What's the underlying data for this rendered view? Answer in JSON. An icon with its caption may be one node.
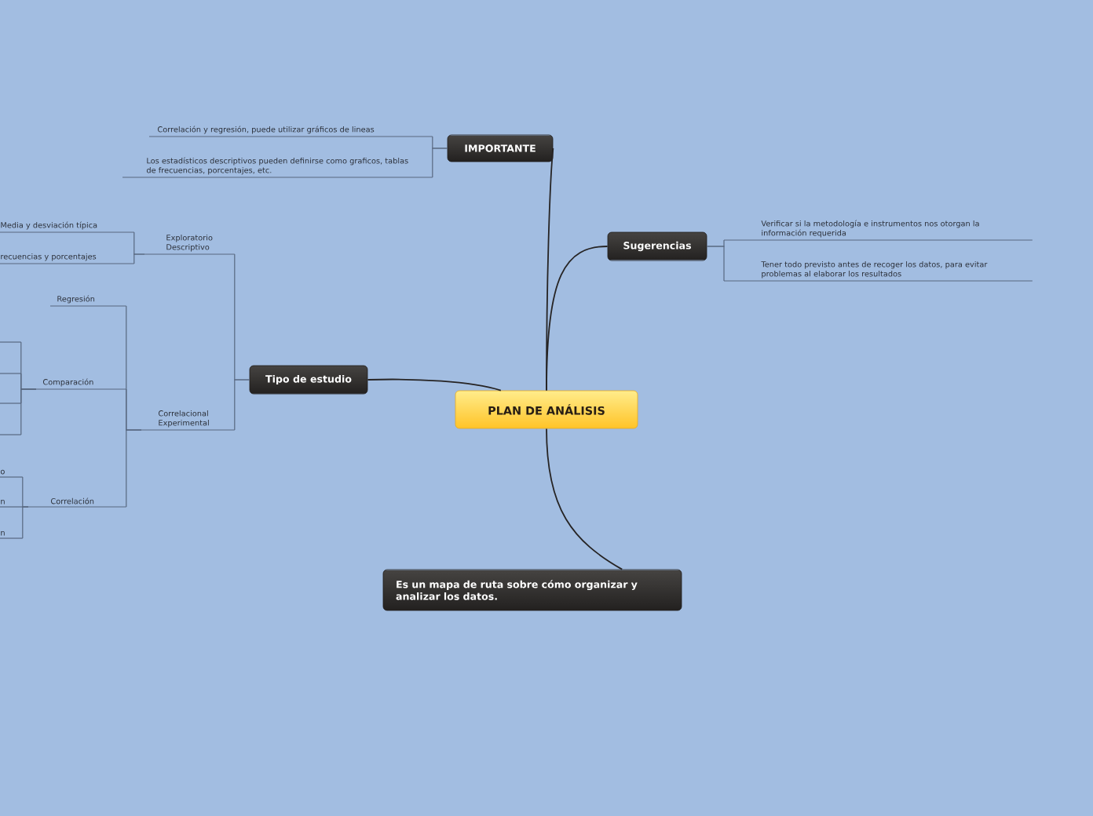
{
  "diagram": {
    "nodes": [
      {
        "text": [
          "PLAN DE ANÁLISIS"
        ]
      },
      {
        "text": [
          "IMPORTANTE"
        ]
      },
      {
        "text": [
          "Correlación y regresión, puede utilizar gráficos  de lineas"
        ]
      },
      {
        "text": [
          "Los estadísticos descriptivos pueden definirse como graficos, tablas de frecuencias, porcentajes, etc."
        ]
      },
      {
        "text": [
          "Sugerencias"
        ]
      },
      {
        "text": [
          "Verificar si la metodología e instrumentos nos otorgan la información requerida"
        ]
      },
      {
        "text": [
          "Tener todo previsto antes de recoger los datos, para evitar problemas al elaborar los resultados"
        ]
      },
      {
        "text": [
          "Tipo de estudio"
        ]
      },
      {
        "text": [
          "Exploratorio Descriptivo"
        ]
      },
      {
        "text": [
          "Media y desviación típica"
        ]
      },
      {
        "text": [
          "recuencias y porcentajes"
        ]
      },
      {
        "text": [
          "Correlacional Experimental"
        ]
      },
      {
        "text": [
          "Regresión"
        ]
      },
      {
        "text": [
          "Comparación"
        ]
      },
      {
        "text": [],
        "shape": "line"
      },
      {
        "text": [],
        "shape": "line"
      },
      {
        "text": [],
        "shape": "line"
      },
      {
        "text": [],
        "shape": "line"
      },
      {
        "text": [
          "Correlación"
        ]
      },
      {
        "text": [
          "o"
        ]
      },
      {
        "text": [
          "n"
        ]
      },
      {
        "text": [
          "n"
        ]
      },
      {
        "text": [
          "Es un mapa de ruta sobre cómo organizar y analizar los datos."
        ]
      }
    ],
    "edges": [
      {
        "from": 0,
        "to": 1,
        "arrow": "none",
        "color": "#262424"
      },
      {
        "from": 0,
        "to": 4,
        "arrow": "none",
        "color": "#262424"
      },
      {
        "from": 0,
        "to": 7,
        "arrow": "none",
        "color": "#262424"
      },
      {
        "from": 0,
        "to": 22,
        "arrow": "none",
        "color": "#262424"
      },
      {
        "from": 1,
        "to": 2,
        "arrow": "none"
      },
      {
        "from": 1,
        "to": 3,
        "arrow": "none"
      },
      {
        "from": 4,
        "to": 5,
        "arrow": "none"
      },
      {
        "from": 4,
        "to": 6,
        "arrow": "none"
      },
      {
        "from": 7,
        "to": 8,
        "arrow": "none"
      },
      {
        "from": 7,
        "to": 11,
        "arrow": "none"
      },
      {
        "from": 8,
        "to": 9,
        "arrow": "none"
      },
      {
        "from": 8,
        "to": 10,
        "arrow": "none"
      },
      {
        "from": 11,
        "to": 12,
        "arrow": "none"
      },
      {
        "from": 11,
        "to": 13,
        "arrow": "none"
      },
      {
        "from": 11,
        "to": 18,
        "arrow": "none"
      },
      {
        "from": 13,
        "to": 14,
        "arrow": "none"
      },
      {
        "from": 13,
        "to": 15,
        "arrow": "none"
      },
      {
        "from": 13,
        "to": 16,
        "arrow": "none"
      },
      {
        "from": 13,
        "to": 17,
        "arrow": "none"
      },
      {
        "from": 18,
        "to": 19,
        "arrow": "none"
      },
      {
        "from": 18,
        "to": 20,
        "arrow": "none"
      },
      {
        "from": 18,
        "to": 21,
        "arrow": "none"
      }
    ]
  }
}
